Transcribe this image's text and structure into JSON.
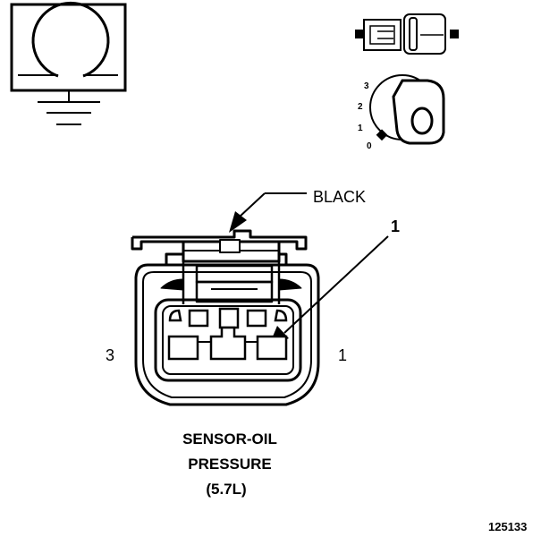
{
  "connector_color_label": "BLACK",
  "callout_number": "1",
  "pin_label_left": "3",
  "pin_label_right": "1",
  "caption": {
    "line1": "SENSOR-OIL",
    "line2": "PRESSURE",
    "line3": "(5.7L)"
  },
  "figure_number": "125133",
  "ignition_positions": [
    "3",
    "2",
    "1",
    "0"
  ],
  "symbols": [
    "ground-gauge-icon",
    "connector-plug-icon",
    "ignition-key-icon"
  ]
}
